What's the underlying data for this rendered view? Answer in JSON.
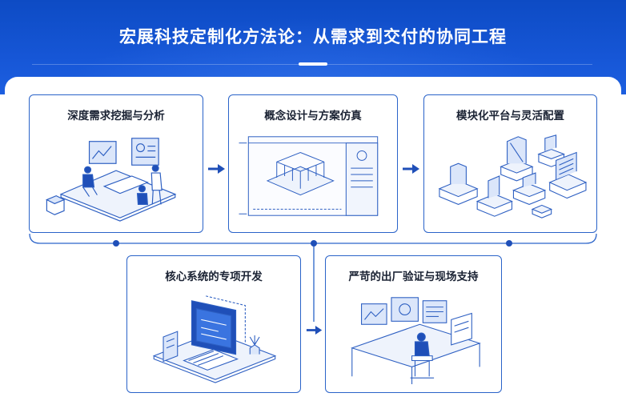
{
  "header": {
    "title": "宏展科技定制化方法论：从需求到交付的协同工程"
  },
  "steps": [
    {
      "label": "深度需求挖掘与分析",
      "icon": "team-analysis-illustration-icon"
    },
    {
      "label": "概念设计与方案仿真",
      "icon": "cad-blueprint-illustration-icon"
    },
    {
      "label": "模块化平台与灵活配置",
      "icon": "modular-blocks-illustration-icon"
    },
    {
      "label": "核心系统的专项开发",
      "icon": "workstation-development-illustration-icon"
    },
    {
      "label": "严苛的出厂验证与现场支持",
      "icon": "engineer-testing-illustration-icon"
    }
  ],
  "colors": {
    "header_blue": "#1656d6",
    "accent_blue": "#1f4fb8",
    "card_border": "#2a63c9",
    "line_art": "#2d5fc2"
  }
}
